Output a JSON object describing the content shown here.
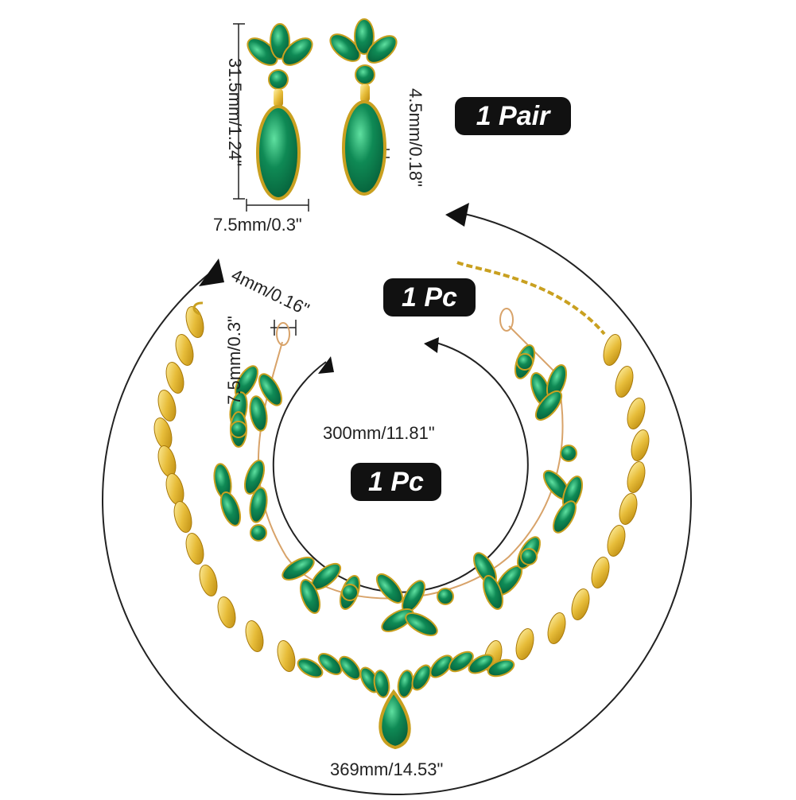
{
  "labels": {
    "earring_pair": "1 Pair",
    "headband_pc": "1 Pc",
    "necklace_pc": "1 Pc"
  },
  "dimensions": {
    "earring_height": "31.5mm/1.24\"",
    "earring_width": "7.5mm/0.3\"",
    "earring_gem_gap": "4.5mm/0.18\"",
    "headband_thickness": "4mm/0.16\"",
    "headband_loop": "7.5mm/0.3\"",
    "headband_length": "300mm/11.81\"",
    "necklace_length": "369mm/14.53\""
  },
  "colors": {
    "emerald": "#0f8a55",
    "emerald_dark": "#06603a",
    "gold": "#d4a21c",
    "gold_light": "#f3d45a",
    "ink": "#111111"
  }
}
